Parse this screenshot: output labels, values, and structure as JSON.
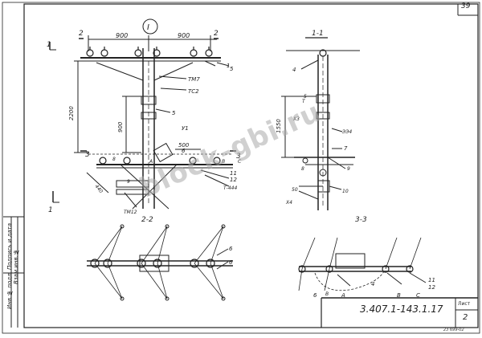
{
  "page_number": "39",
  "document_number": "3.407.1-143.1.17",
  "sheet_label": "Лист",
  "sheet_number": "2",
  "corner_code": "23 699-02",
  "side_label": "Инв.№ подл. Подпись и дата Взам.инв.№",
  "watermark": "block-gbi.ru",
  "view_main": {
    "roman": "I",
    "dims": [
      "900",
      "900",
      "2200",
      "900",
      "500",
      "440"
    ],
    "parts": [
      "1",
      "5",
      "ТМ7",
      "ТС2",
      "5",
      "У1",
      "6",
      "ТМ12",
      "Т-444",
      "11",
      "12",
      "8",
      "9"
    ],
    "points": [
      "А",
      "В",
      "С"
    ],
    "section_marks": [
      "1",
      "1",
      "2",
      "2",
      "3",
      "3"
    ]
  },
  "view_1_1": {
    "title": "1-1",
    "dims": [
      "1550",
      "50"
    ],
    "parts": [
      "4",
      "Х3",
      "X4",
      "7",
      "Т",
      "8",
      "9",
      "5",
      "10",
      "ЭЭ4"
    ]
  },
  "view_2_2": {
    "title": "2-2",
    "parts": [
      "6",
      "6"
    ]
  },
  "view_3_3": {
    "title": "3-3",
    "parts": [
      "4",
      "11",
      "12",
      "6",
      "А",
      "В",
      "С",
      "В"
    ]
  }
}
